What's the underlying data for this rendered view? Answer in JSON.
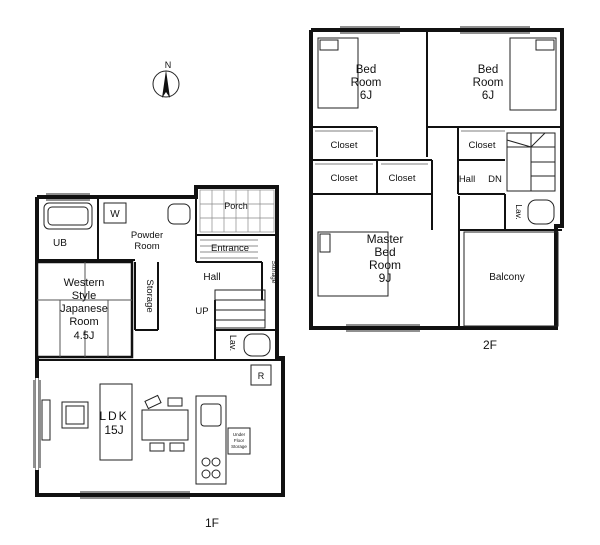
{
  "compass": {
    "letter": "N"
  },
  "floor1": {
    "caption": "1F",
    "rooms": {
      "ub": "UB",
      "washer": "W",
      "powder": [
        "Powder",
        "Room"
      ],
      "porch": "Porch",
      "entrance": "Entrance",
      "storage_shelf": "Storage",
      "hall": "Hall",
      "storage_v": "Storage",
      "up": "UP",
      "lav": "Lav.",
      "japanese": [
        "Western",
        "Style",
        "Japanese",
        "Room",
        "4.5J"
      ],
      "ldk": [
        "LDK",
        "15J"
      ],
      "fridge": "R",
      "pantry": [
        "Under",
        "Floor",
        "Storage"
      ]
    }
  },
  "floor2": {
    "caption": "2F",
    "rooms": {
      "bed1": [
        "Bed",
        "Room",
        "6J"
      ],
      "bed2": [
        "Bed",
        "Room",
        "6J"
      ],
      "closet1": "Closet",
      "closet2": "Closet",
      "closet3": "Closet",
      "closet4": "Closet",
      "hall": "Hall",
      "dn": "DN",
      "lav": "Lav.",
      "master": [
        "Master",
        "Bed",
        "Room",
        "9J"
      ],
      "balcony": "Balcony"
    }
  }
}
